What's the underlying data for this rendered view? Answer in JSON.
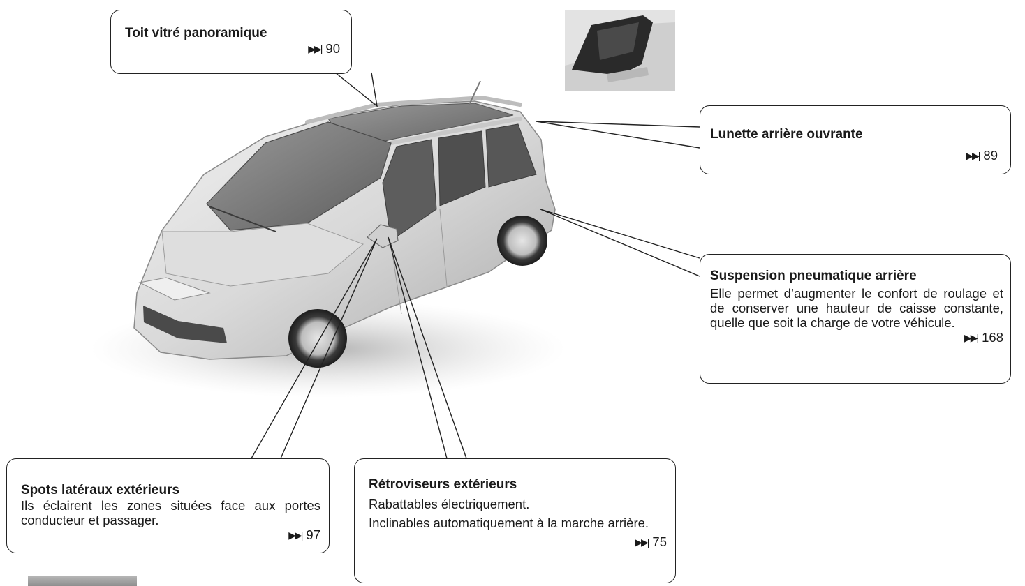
{
  "callouts": {
    "roof": {
      "title": "Toit vitré panoramique",
      "ref": "90"
    },
    "rear_window": {
      "title": "Lunette arrière ouvrante",
      "ref": "89"
    },
    "suspension": {
      "title": "Suspension pneumatique arrière",
      "body": "Elle permet d’augmenter le confort de roulage et de conserver une hauteur de caisse constante, quelle que soit la charge de votre véhicule.",
      "ref": "168"
    },
    "spots": {
      "title": "Spots latéraux extérieurs",
      "body": "Ils éclairent les zones situées face aux portes conducteur et passager.",
      "ref": "97"
    },
    "mirrors": {
      "title": "Rétroviseurs extérieurs",
      "body_1": "Rabattables électriquement.",
      "body_2": "Inclinables automatiquement à la marche arrière.",
      "ref": "75"
    }
  },
  "icons": {
    "page_ref": "next-track-icon"
  }
}
